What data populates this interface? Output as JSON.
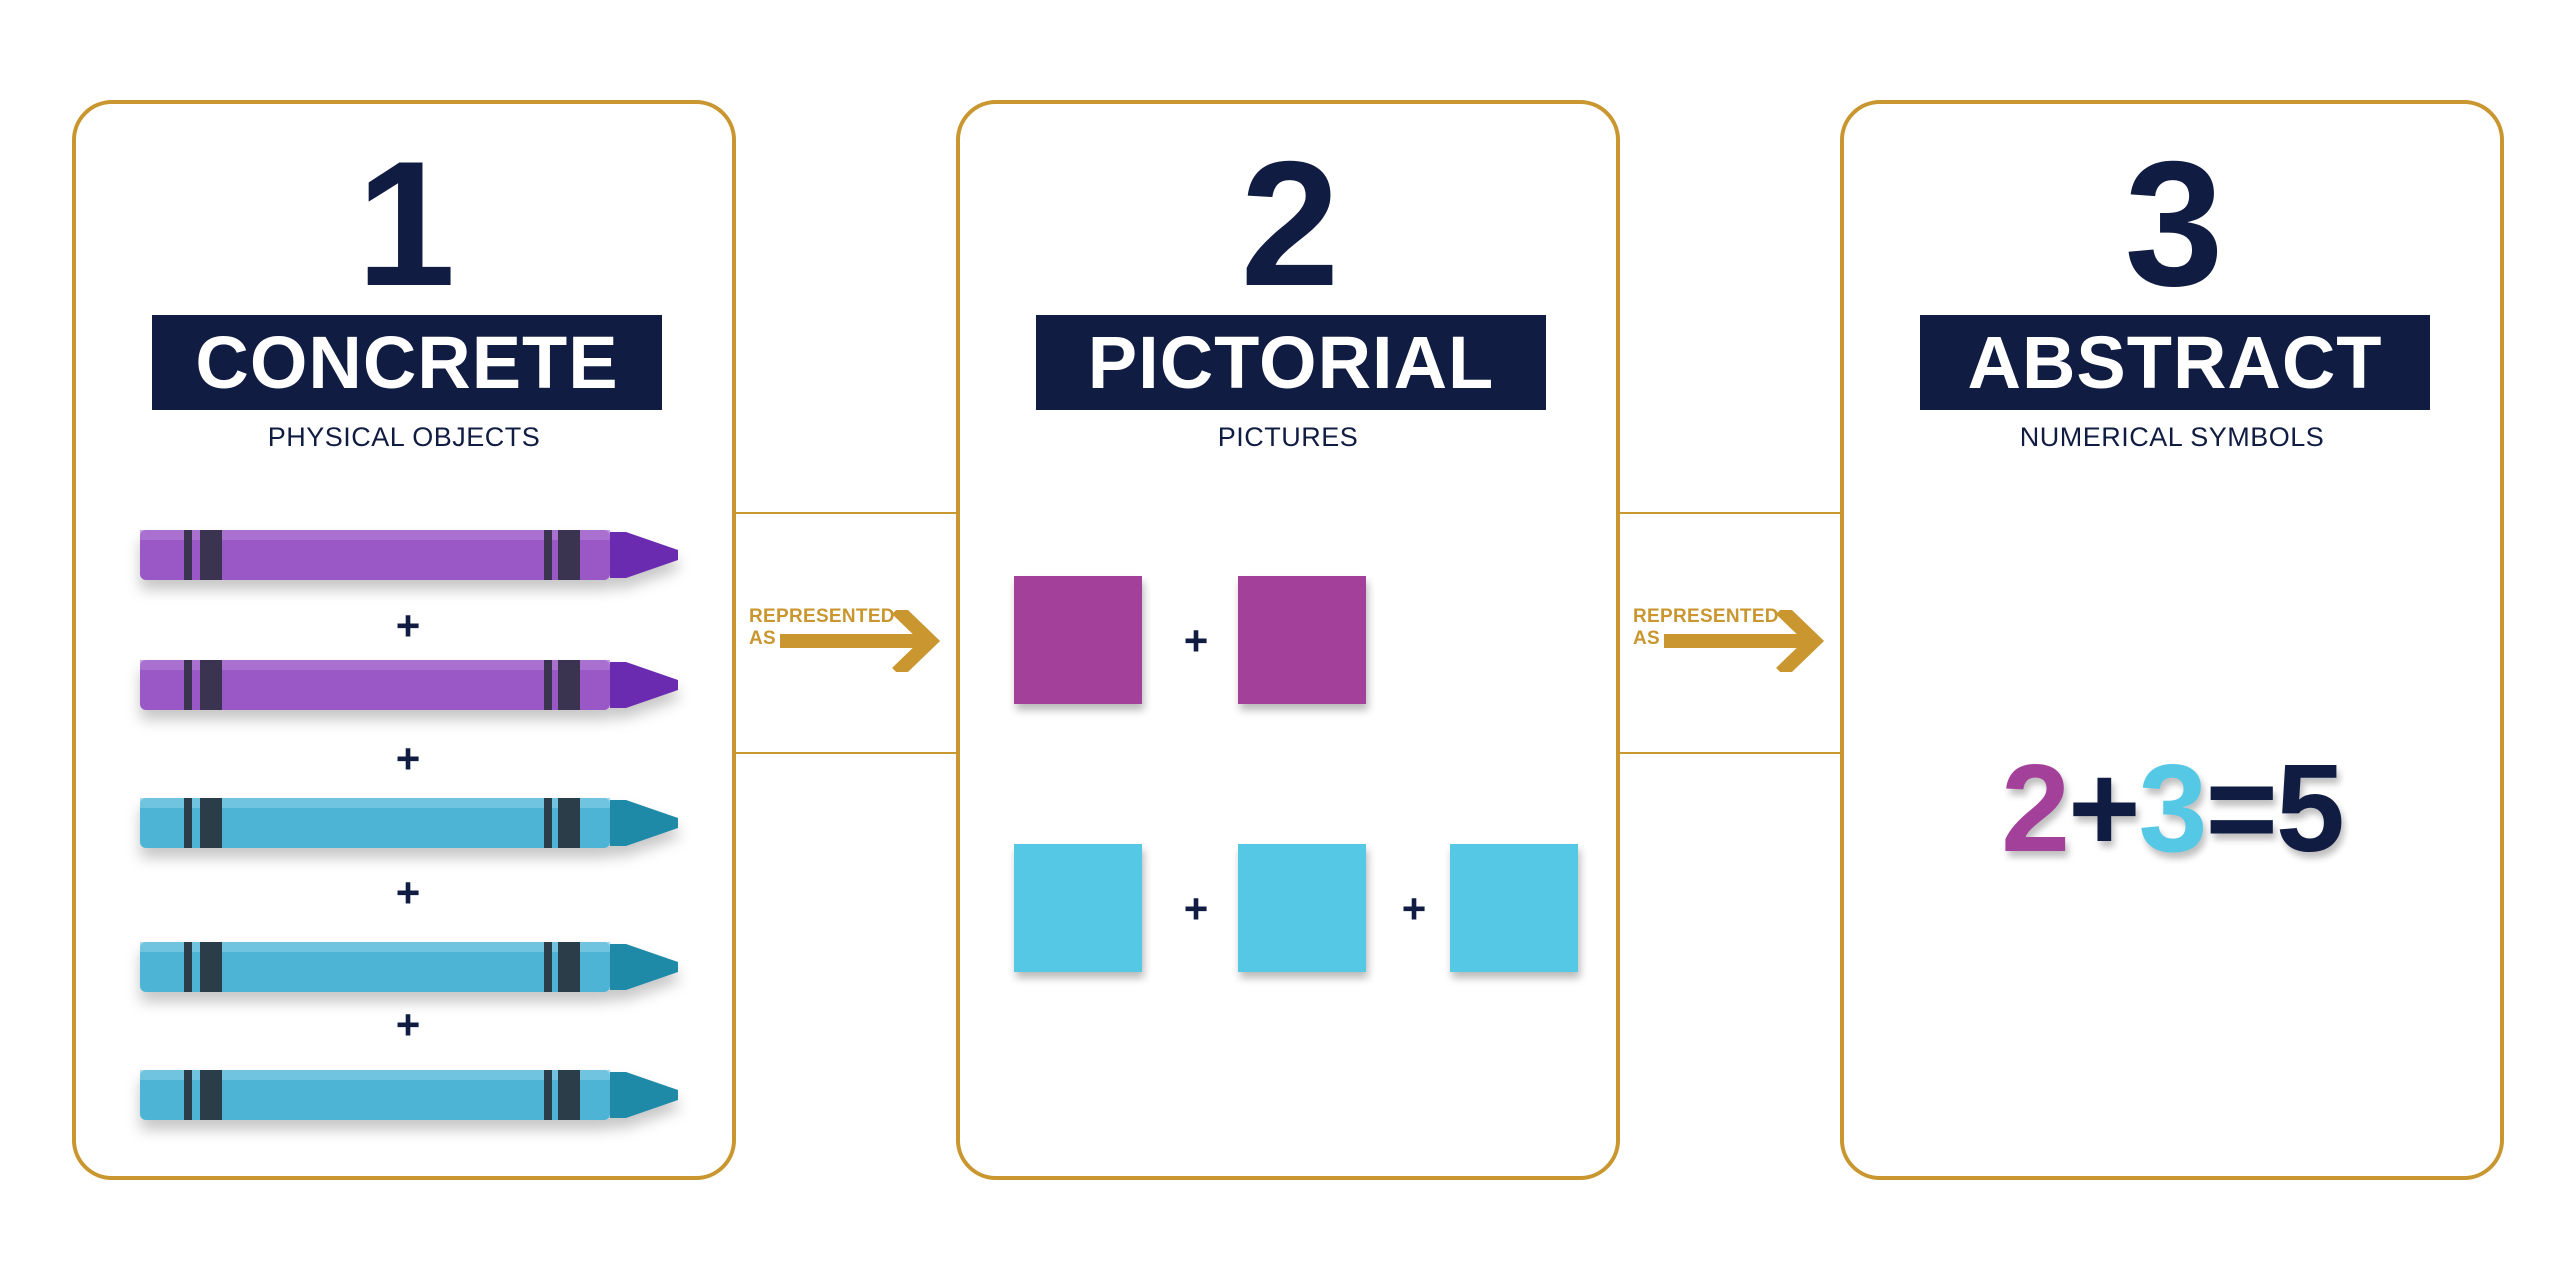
{
  "stages": [
    {
      "number": "1",
      "title": "CONCRETE",
      "subtitle": "PHYSICAL OBJECTS"
    },
    {
      "number": "2",
      "title": "PICTORIAL",
      "subtitle": "PICTURES"
    },
    {
      "number": "3",
      "title": "ABSTRACT",
      "subtitle": "NUMERICAL SYMBOLS"
    }
  ],
  "connectors": [
    {
      "line1": "REPRESENTED",
      "line2": "AS"
    },
    {
      "line1": "REPRESENTED",
      "line2": "AS"
    }
  ],
  "concrete": {
    "crayons": [
      "purple",
      "purple",
      "blue",
      "blue",
      "blue"
    ],
    "plus": "+"
  },
  "pictorial": {
    "row1_plus": "+",
    "row2_plus_a": "+",
    "row2_plus_b": "+"
  },
  "abstract": {
    "eq_a": "2",
    "op_plus": "+",
    "eq_b": "3",
    "op_eq": "=",
    "eq_result": "5"
  },
  "colors": {
    "navy": "#101c42",
    "gold": "#c9962f",
    "purple": "#a3419a",
    "blue": "#55c8e6"
  }
}
